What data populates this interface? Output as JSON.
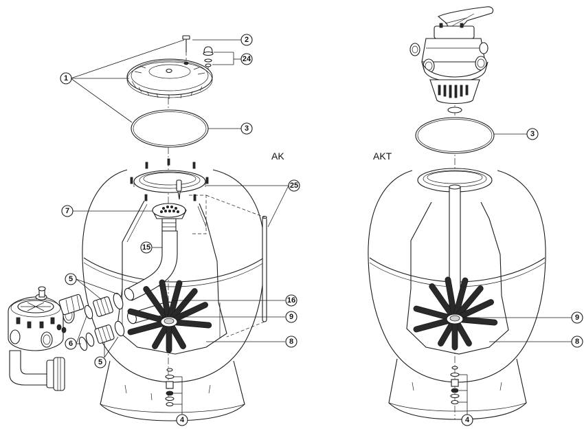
{
  "variants": {
    "left": "AK",
    "right": "AKT"
  },
  "callouts": {
    "c1": "1",
    "c2": "2",
    "c3_left": "3",
    "c3_right": "3",
    "c4_left": "4",
    "c4_right": "4",
    "c5_upper": "5",
    "c5_lower": "5",
    "c6": "6",
    "c7": "7",
    "c8_left": "8",
    "c8_right": "8",
    "c9_left": "9",
    "c9_right": "9",
    "c15": "15",
    "c16": "16",
    "c24": "24",
    "c25": "25"
  }
}
